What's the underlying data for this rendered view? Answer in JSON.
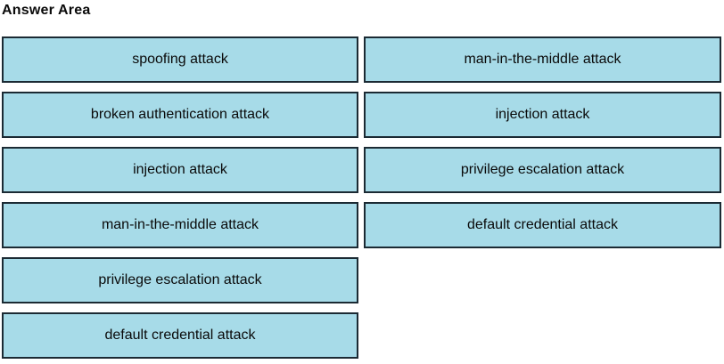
{
  "answer_area": {
    "heading": "Answer Area",
    "left_column": [
      {
        "label": "spoofing attack"
      },
      {
        "label": "broken authentication attack"
      },
      {
        "label": "injection attack"
      },
      {
        "label": "man-in-the-middle attack"
      },
      {
        "label": "privilege escalation attack"
      },
      {
        "label": "default credential attack"
      }
    ],
    "right_column": [
      {
        "label": "man-in-the-middle attack"
      },
      {
        "label": "injection attack"
      },
      {
        "label": "privilege escalation attack"
      },
      {
        "label": "default credential attack"
      }
    ]
  },
  "colors": {
    "box_fill": "#a7dbe8",
    "box_border": "#1b2a33",
    "text": "#0a0a0a",
    "background": "#ffffff"
  }
}
